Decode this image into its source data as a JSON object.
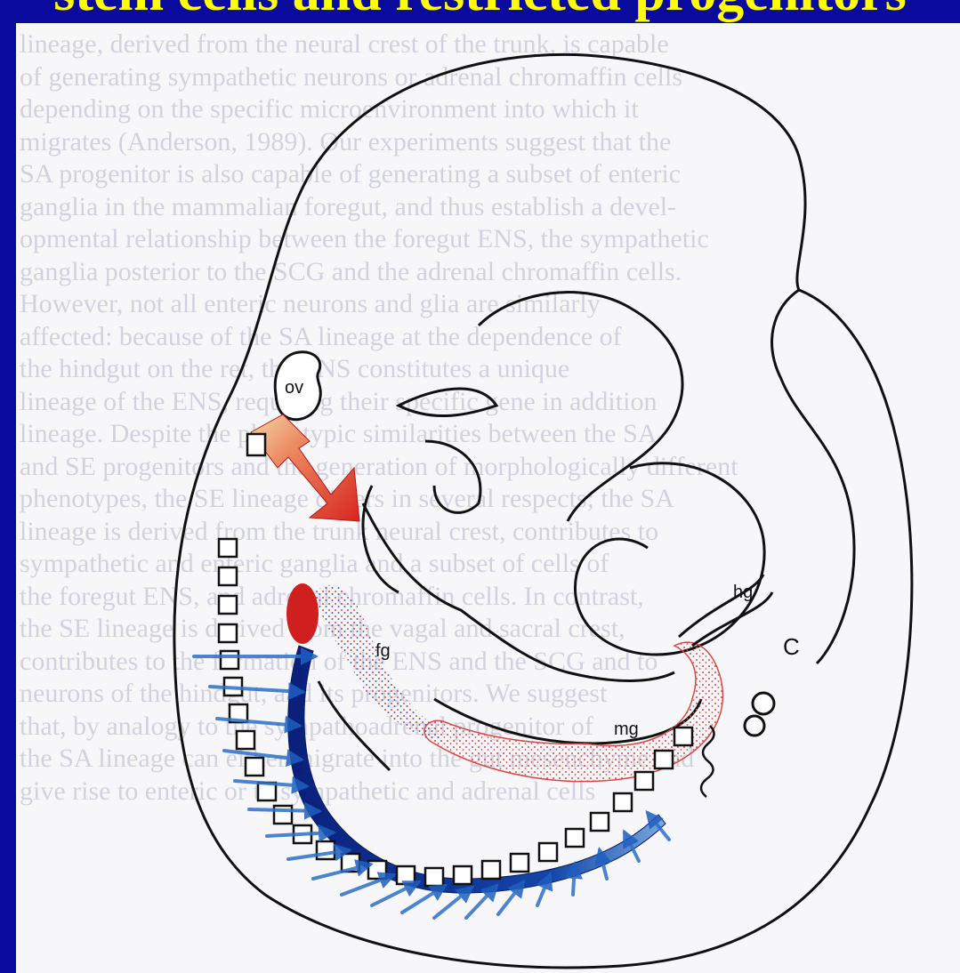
{
  "slide": {
    "title": "stem cells and restricted progenitors"
  },
  "background_text": [
    "lineage, derived from the neural crest of the trunk, is capable",
    "of generating sympathetic neurons or adrenal chromaffin cells",
    "depending on the specific microenvironment into which it",
    "migrates (Anderson, 1989). Our experiments suggest that the",
    "SA progenitor is also capable of generating a subset of enteric",
    "ganglia in the mammalian foregut, and thus establish a devel-",
    "opmental relationship between the foregut ENS, the sympathetic",
    "ganglia posterior to the SCG and the adrenal chromaffin cells.",
    "However, not all enteric neurons and glia are similarly",
    "affected: because of the SA lineage at the dependence of",
    "the hindgut on the ret, the ENS constitutes a unique",
    "lineage of the ENS, requiring their specific gene in addition",
    "lineage. Despite the phenotypic similarities between the SA",
    "and SE progenitors and the generation of morphologically different",
    "phenotypes, the SE lineage differs in several respects; the SA",
    "lineage is derived from the trunk neural crest, contributes to",
    "sympathetic and enteric ganglia and a subset of cells of",
    "the foregut ENS, and adrenal chromaffin cells. In contrast,",
    "the SE lineage is derived from the vagal and sacral crest,",
    "contributes to the formation of the ENS and the SCG and to",
    "neurons of the hindgut, and its progenitors. We suggest",
    "that, by analogy to the sympathoadrenal progenitor of",
    "the SA lineage can either migrate into the gut mesenchyme and",
    "give rise to enteric or to sympathetic and adrenal cells"
  ],
  "labels": {
    "ov": "ov",
    "fg": "fg",
    "hg": "hg",
    "mg": "mg",
    "c": "C"
  },
  "colors": {
    "slide_background": "#0a0a9c",
    "title": "#ffff00",
    "vagal_arrow": "#e23a2e",
    "trunk_arrows": "#2f6fc8",
    "trunk_crest_band": "#0c2a8a",
    "enteric_stipple": "#e06060"
  }
}
